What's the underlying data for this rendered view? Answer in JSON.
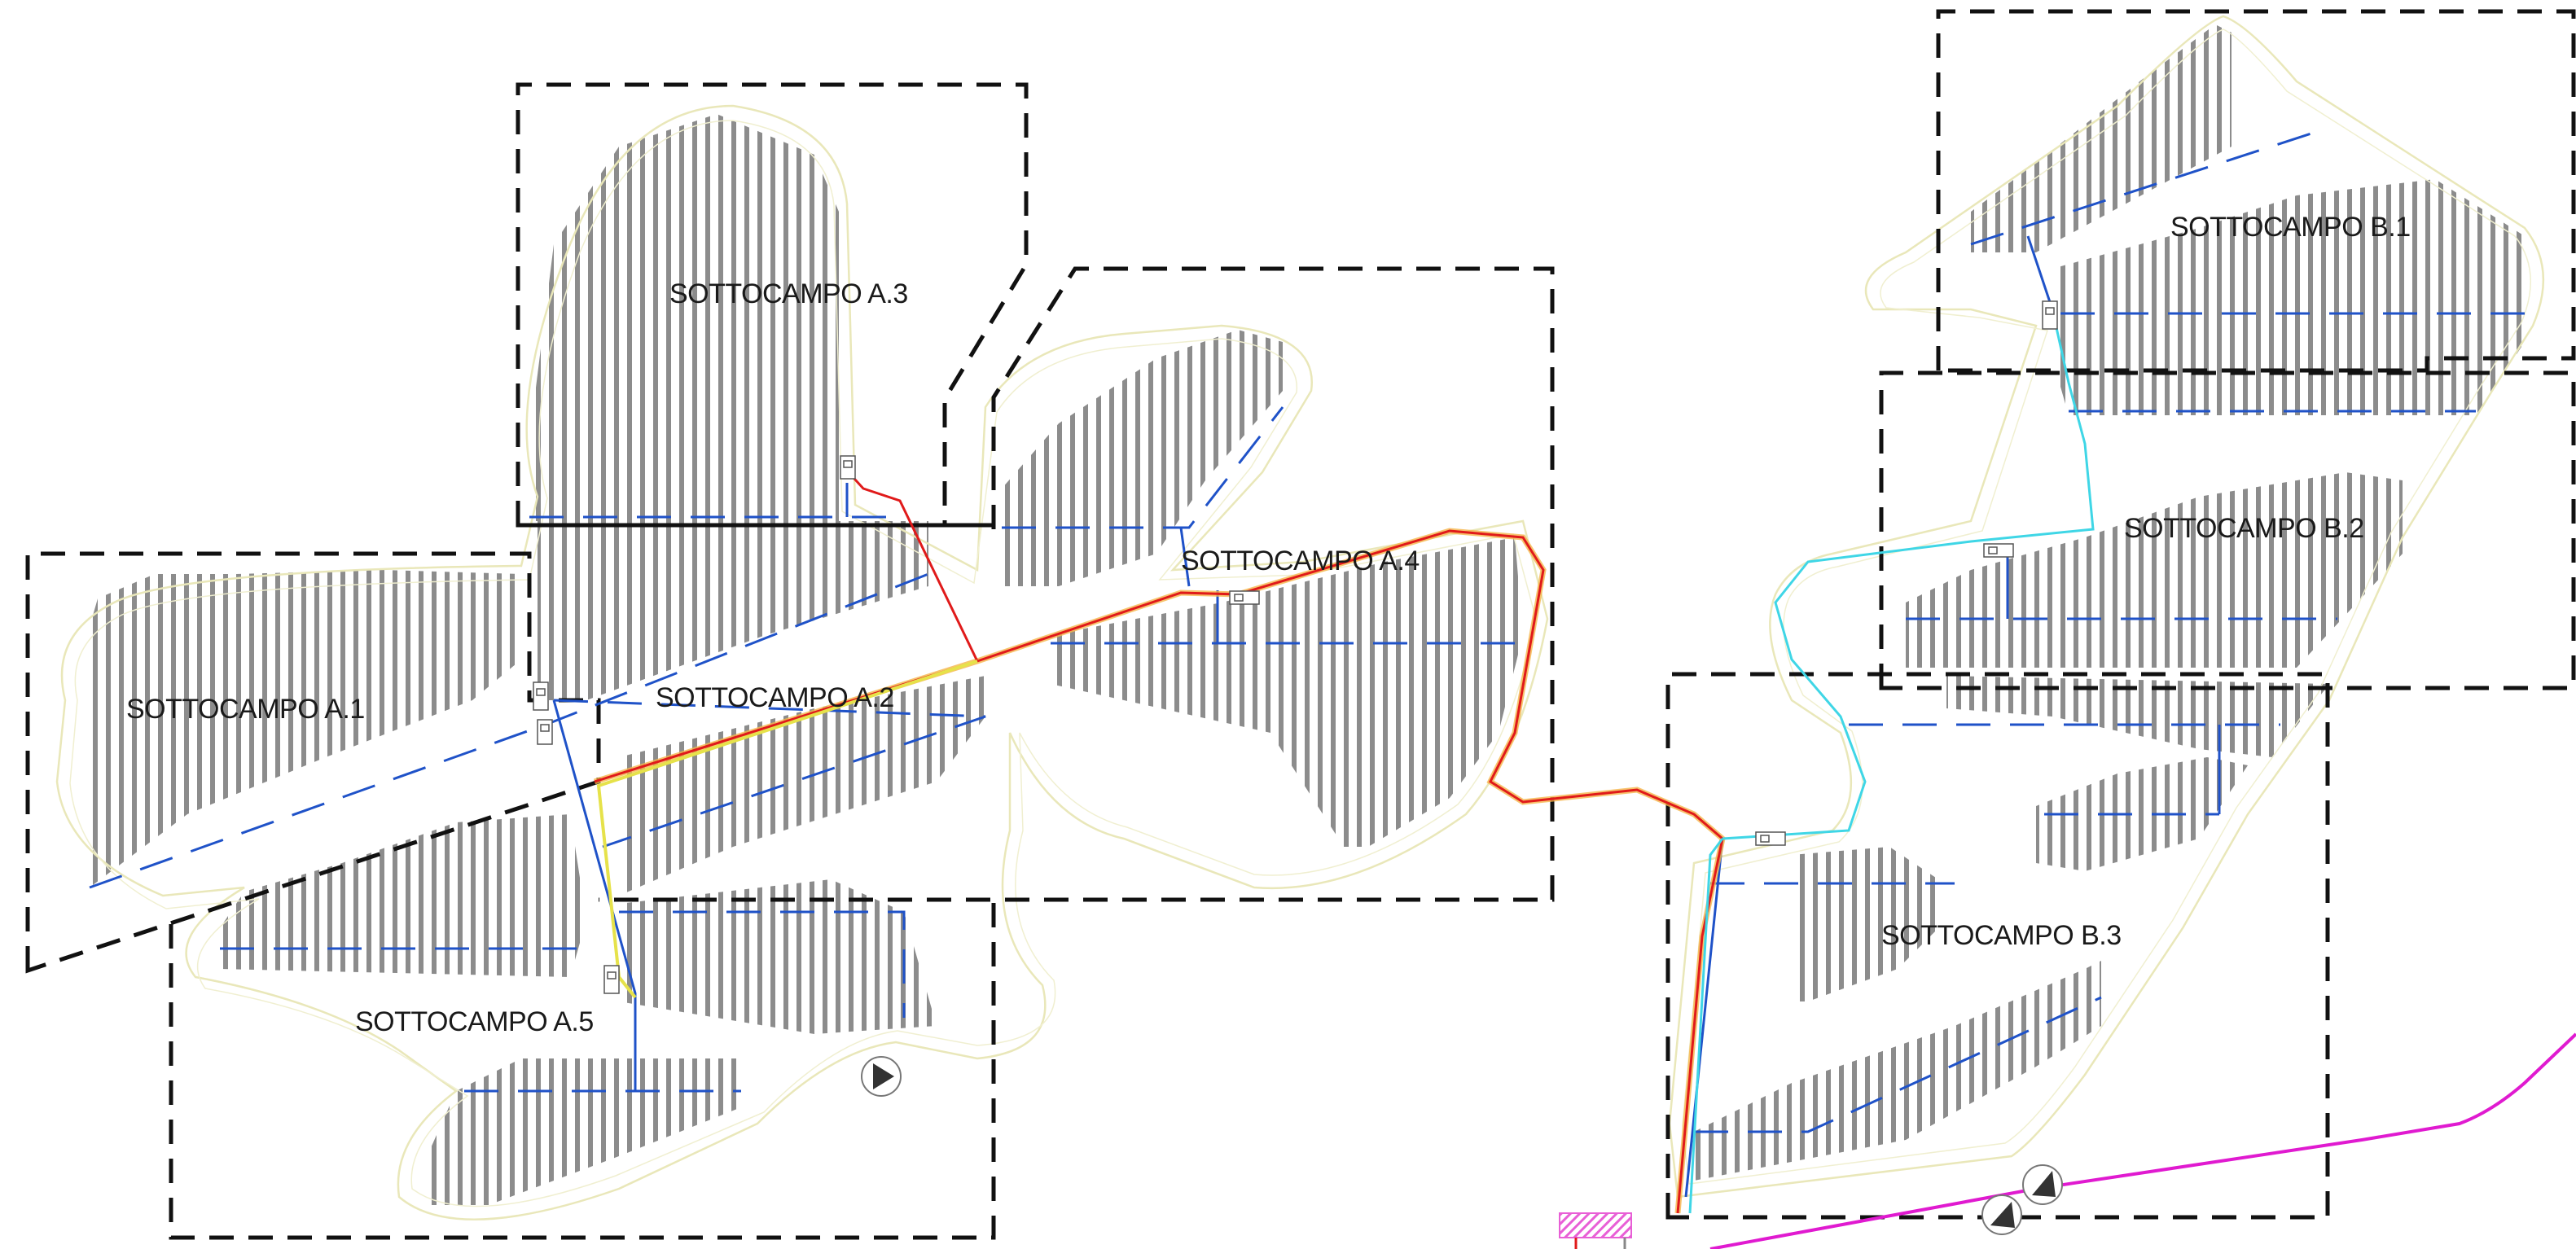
{
  "map": {
    "subfields": [
      {
        "id": "a1",
        "label": "SOTTOCAMPO A.1"
      },
      {
        "id": "a2",
        "label": "SOTTOCAMPO A.2"
      },
      {
        "id": "a3",
        "label": "SOTTOCAMPO A.3"
      },
      {
        "id": "a4",
        "label": "SOTTOCAMPO A.4"
      },
      {
        "id": "a5",
        "label": "SOTTOCAMPO A.5"
      },
      {
        "id": "b1",
        "label": "SOTTOCAMPO B.1"
      },
      {
        "id": "b2",
        "label": "SOTTOCAMPO B.2"
      },
      {
        "id": "b3",
        "label": "SOTTOCAMPO B.3"
      }
    ],
    "colors": {
      "background": "#ffffff",
      "panel_rows": "#8c8c8c",
      "fence": "#e9e7b9",
      "subfield_boundary": "#111111",
      "mv_cable": "#1f52c8",
      "hv_cable": "#e01a1a",
      "secondary_cable": "#3fd6e6",
      "power_line": "#e01ad0",
      "substation_hatch": "#e85fd6"
    },
    "icons": [
      "inverter-cabin-icon",
      "access-point-icon",
      "substation-icon"
    ]
  }
}
